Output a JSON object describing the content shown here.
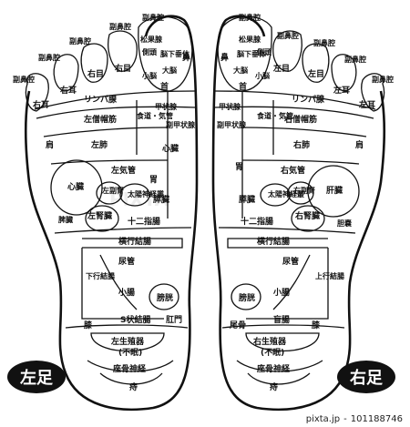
{
  "footer": {
    "site": "pixta.jp",
    "dash": "-",
    "id": "101188746"
  },
  "feet": {
    "left": {
      "title": "左足"
    },
    "right": {
      "title": "右足"
    }
  },
  "labels": {
    "sinus": "副鼻腔",
    "pineal": "松果腺",
    "pituitary": "脳下垂体",
    "pituitary_short": "脳下垂体",
    "temple": "側頭",
    "cerebrum": "大脳",
    "cerebellum": "小脳",
    "nose": "鼻",
    "eye_right": "右目",
    "eye_left": "左目",
    "ear_left": "左耳",
    "ear_right": "右耳",
    "neck": "首",
    "lymph": "リンパ腺",
    "trapezius_left": "左僧帽筋",
    "trapezius_right": "右僧帽筋",
    "esophagus": "食道・気管",
    "thyroid": "甲状腺",
    "parathyroid": "副甲状腺",
    "lung_left": "左肺",
    "lung_right": "右肺",
    "bronchus_left": "左気管",
    "bronchus_right": "右気管",
    "shoulder": "肩",
    "heart": "心臓",
    "stomach": "胃",
    "adrenal_left": "左副腎",
    "adrenal_right": "右副腎",
    "solar_plexus": "太陽神経叢",
    "pancreas": "膵臓",
    "spleen": "脾臓",
    "liver": "肝臓",
    "gallbladder": "胆嚢",
    "kidney_left": "左腎臓",
    "kidney_right": "右腎臓",
    "duodenum": "十二指腸",
    "transverse_colon": "横行結腸",
    "descending_colon": "下行結腸",
    "ascending_colon": "上行結腸",
    "ureter": "尿管",
    "small_intestine": "小腸",
    "bladder": "膀胱",
    "knee": "膝",
    "sigmoid": "S状結腸",
    "anus": "肛門",
    "caecum": "盲腸",
    "tailbone": "尾骨",
    "genital_left": "左生殖器",
    "genital_right": "右生殖器",
    "insomnia": "(不眠)",
    "sciatic": "座骨神経",
    "hemorrhoid": "痔"
  },
  "colors": {
    "ink": "#111111",
    "badge": "#111111",
    "badge_text": "#ffffff"
  }
}
